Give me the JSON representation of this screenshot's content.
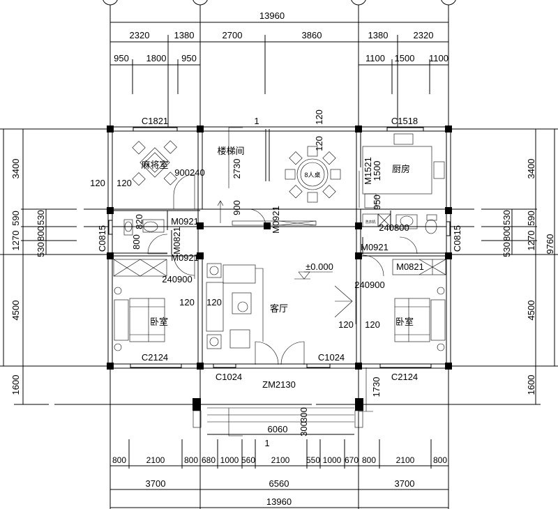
{
  "dimensions": {
    "top_total": "13960",
    "top_row2": [
      "2320",
      "1380",
      "2700",
      "3860",
      "1380",
      "2320"
    ],
    "top_row3": [
      "950",
      "1800",
      "950",
      "1100",
      "1500",
      "1100"
    ],
    "left": [
      "3400",
      "590",
      "1270",
      "4500",
      "1600"
    ],
    "left_inner": [
      "530",
      "800",
      "530"
    ],
    "right": [
      "3400",
      "590",
      "1270",
      "4500",
      "1600"
    ],
    "right_inner": [
      "530",
      "800",
      "530"
    ],
    "right_total": "9760",
    "bottom_row1": [
      "800",
      "2100",
      "800",
      "680",
      "1000",
      "560",
      "2100",
      "550",
      "1000",
      "670",
      "800",
      "2100",
      "800"
    ],
    "bottom_row2": [
      "3700",
      "6560",
      "3700"
    ],
    "bottom_total": "13960"
  },
  "openings": {
    "c1821": "C1821",
    "c1518": "C1518",
    "c0815_l": "C0815",
    "c0815_r": "C0815",
    "c2124_l": "C2124",
    "c2124_r": "C2124",
    "c1024_a": "C1024",
    "c1024_b": "C1024",
    "m0921_a": "M0921",
    "m0921_b": "M0921",
    "m0921_c": "M0921",
    "m0921_d": "M0921",
    "m0821_l": "M0821",
    "m0821_r": "M0821",
    "m1521": "M1521",
    "zm2130": "ZM2130"
  },
  "rooms": {
    "mahjong": "麻将室",
    "stair": "楼梯间",
    "table": "8人桌",
    "kitchen": "厨房",
    "bedroom_l": "卧室",
    "bedroom_r": "卧室",
    "living": "客厅",
    "washer": "洗衣机"
  },
  "annotations": {
    "section_mark": "1",
    "section_mark_b": "1",
    "level": "±0.000",
    "d120": "120",
    "d2730": "2730",
    "d900": "900",
    "d1500": "1500",
    "d950": "950",
    "d900240": "900240",
    "d820": "820",
    "d800": "800",
    "d240900_l": "240900",
    "d240900_r": "240900",
    "d240800": "240800",
    "d1730": "1730",
    "d6060": "6060",
    "d300": "300"
  },
  "colors": {
    "line": "#000000",
    "background": "#ffffff"
  }
}
